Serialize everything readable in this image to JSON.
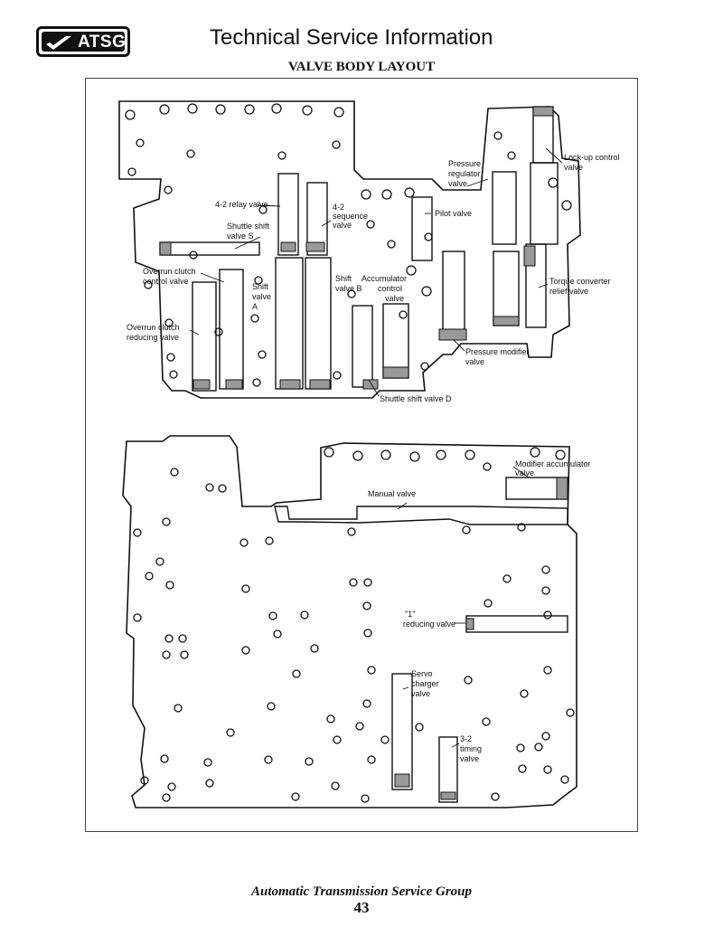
{
  "header": {
    "logo_text": "ATSG",
    "title": "Technical Service Information"
  },
  "document": {
    "section_title": "VALVE BODY LAYOUT"
  },
  "upper_body": {
    "labels": {
      "lockup": [
        "Lock-up control",
        "valve"
      ],
      "pressure_regulator": [
        "Pressure",
        "regulator",
        "valve"
      ],
      "relay_42": [
        "4-2 relay valve"
      ],
      "sequence_42": [
        "4-2",
        "sequence",
        "valve"
      ],
      "pilot": [
        "Pilot valve"
      ],
      "shuttle_s": [
        "Shuttle shift",
        "valve S"
      ],
      "overrun_control": [
        "Overrun clutch",
        "control valve"
      ],
      "shift_a": [
        "Shift",
        "valve",
        "A"
      ],
      "shift_b": [
        "Shift",
        "valve B"
      ],
      "accumulator_control": [
        "Accumulator",
        "control",
        "valve"
      ],
      "torque_converter": [
        "Torque converter",
        "relief valve"
      ],
      "overrun_reducing": [
        "Overrun clutch",
        "reducing valve"
      ],
      "pressure_modifier": [
        "Pressure modifier",
        "valve"
      ],
      "shuttle_d": [
        "Shuttle shift valve D"
      ]
    }
  },
  "lower_body": {
    "labels": {
      "modifier_accumulator": [
        "Modifier accumulator",
        "valve"
      ],
      "manual": [
        "Manual valve"
      ],
      "reducing_1": [
        "\"1\"",
        "reducing valve"
      ],
      "servo_charger": [
        "Servo",
        "charger",
        "valve"
      ],
      "timing_32": [
        "3-2",
        "timing",
        "valve"
      ]
    }
  },
  "footer": {
    "organization": "Automatic Transmission Service Group",
    "page_number": "43"
  }
}
